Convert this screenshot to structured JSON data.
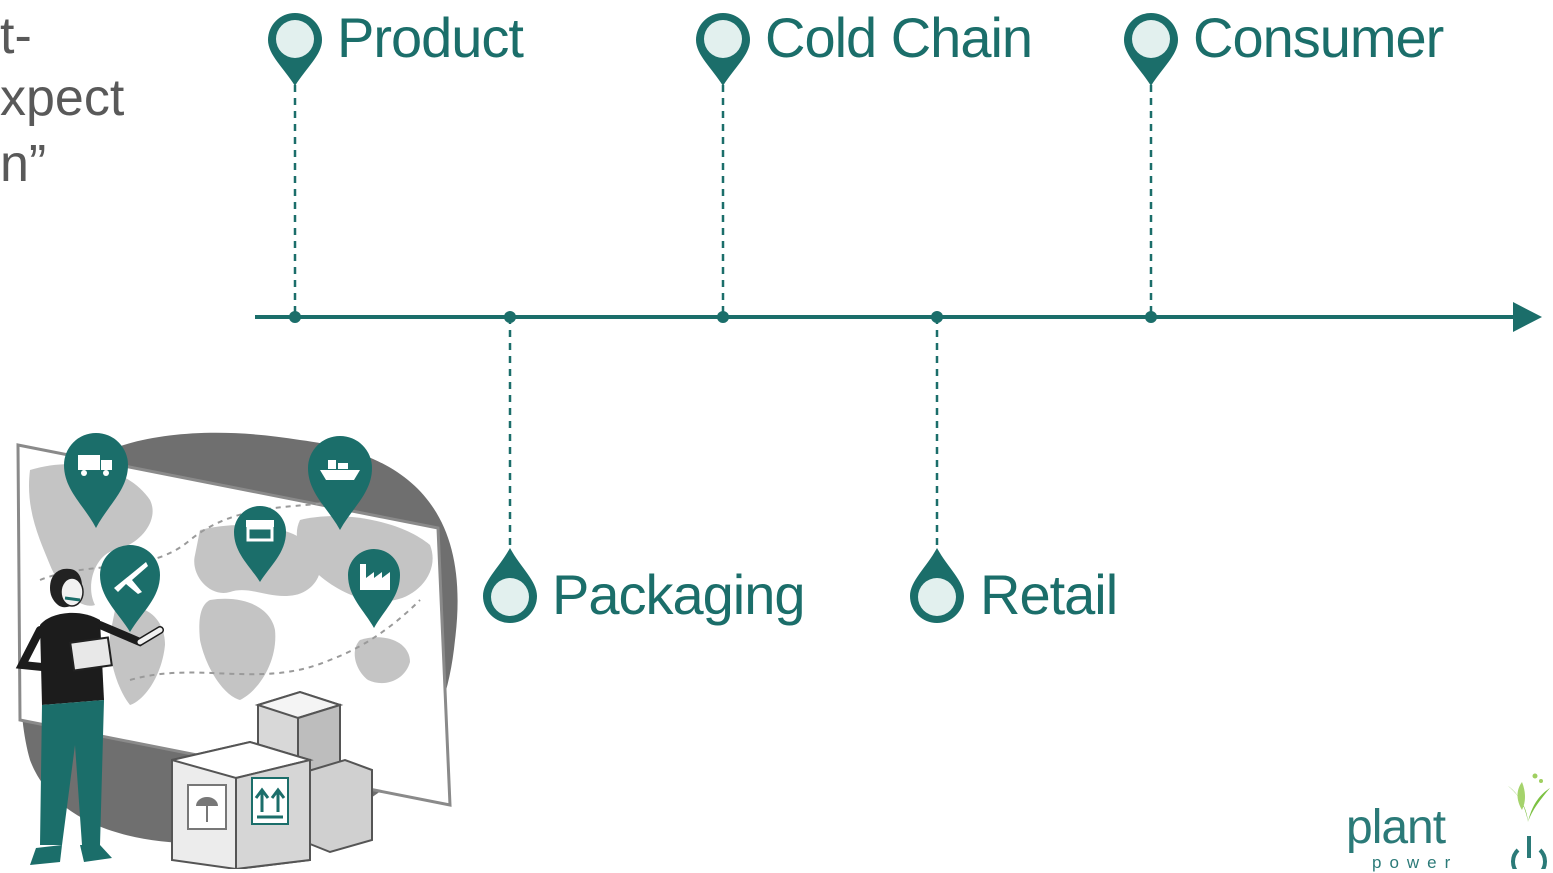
{
  "fragments": [
    "t-",
    "xpect",
    "n”"
  ],
  "milestones": {
    "top": [
      "Product",
      "Cold Chain",
      "Consumer"
    ],
    "bottom": [
      "Packaging",
      "Retail"
    ]
  },
  "logo": {
    "word": "plant",
    "sub": "power"
  },
  "colors": {
    "accent": "#1b6e6a",
    "pin_fill": "#e2f0ee",
    "text_gray": "#595959"
  },
  "map_icons": [
    "truck-icon",
    "ship-icon",
    "store-icon",
    "plane-icon",
    "factory-icon"
  ]
}
